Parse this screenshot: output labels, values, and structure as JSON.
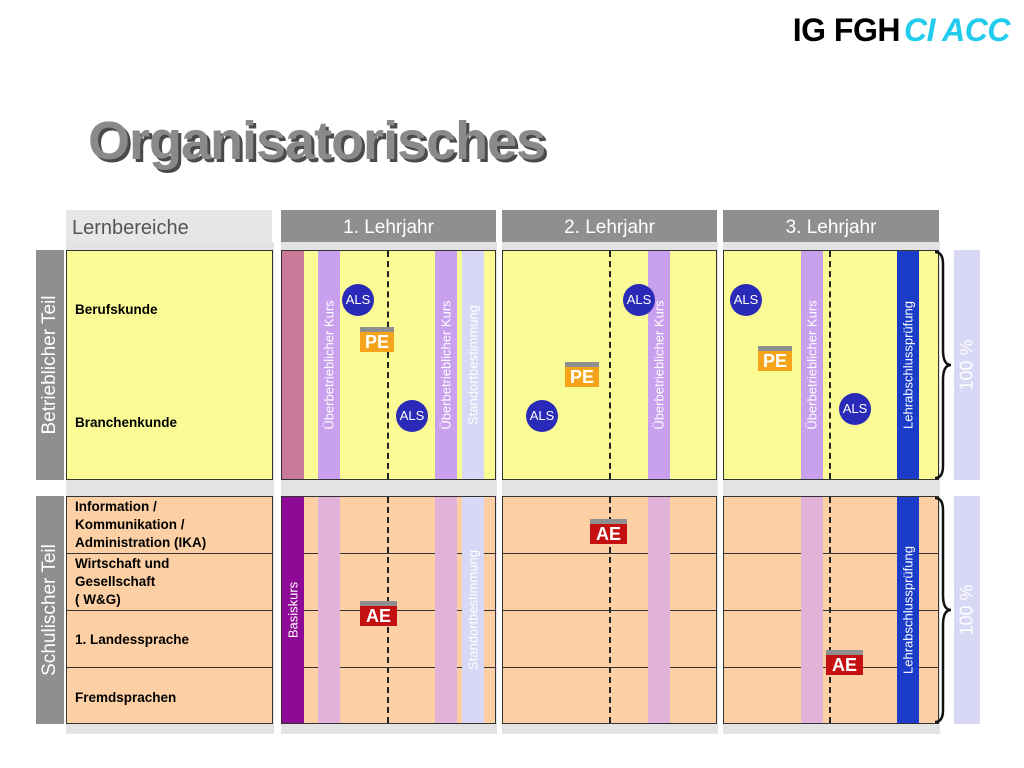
{
  "brand": {
    "ig": "IG FGH",
    "ci": "CI ACC",
    "ci_color": "#22ccee"
  },
  "title": "Organisatorisches",
  "headers": {
    "lernbereiche": "Lernbereiche",
    "year1": "1. Lehrjahr",
    "year2": "2. Lehrjahr",
    "year3": "3. Lehrjahr"
  },
  "sections": {
    "betrieblich": "Betrieblicher Teil",
    "schulisch": "Schulischer Teil"
  },
  "betrieblich_rows": [
    "Berufskunde",
    "Branchenkunde"
  ],
  "schulisch_rows": {
    "ika_1": "Information /",
    "ika_2": "Kommunikation /",
    "ika_3": "Administration (IKA)",
    "wg_1": "Wirtschaft und",
    "wg_2": "Gesellschaft",
    "wg_3": "( W&G)",
    "landessprache": "1. Landessprache",
    "fremdsprachen": "Fremdsprachen"
  },
  "bars": {
    "ueberbetrieblicher_kurs": "Überbetrieblicher Kurs",
    "standortbestimmung": "Standortbestimmung",
    "lehrabschlusspruefung": "Lehrabschlussprüfung",
    "basiskurs": "Basiskurs"
  },
  "markers": {
    "als": "ALS",
    "pe": "PE",
    "ae": "AE"
  },
  "percent": "100  %",
  "colors": {
    "yellow": "#fbfb96",
    "orange": "#fcd0a4",
    "purple_bar": "#c8a0ee",
    "lap_blue": "#1a3cc8",
    "basis_purple": "#8e0a96"
  }
}
